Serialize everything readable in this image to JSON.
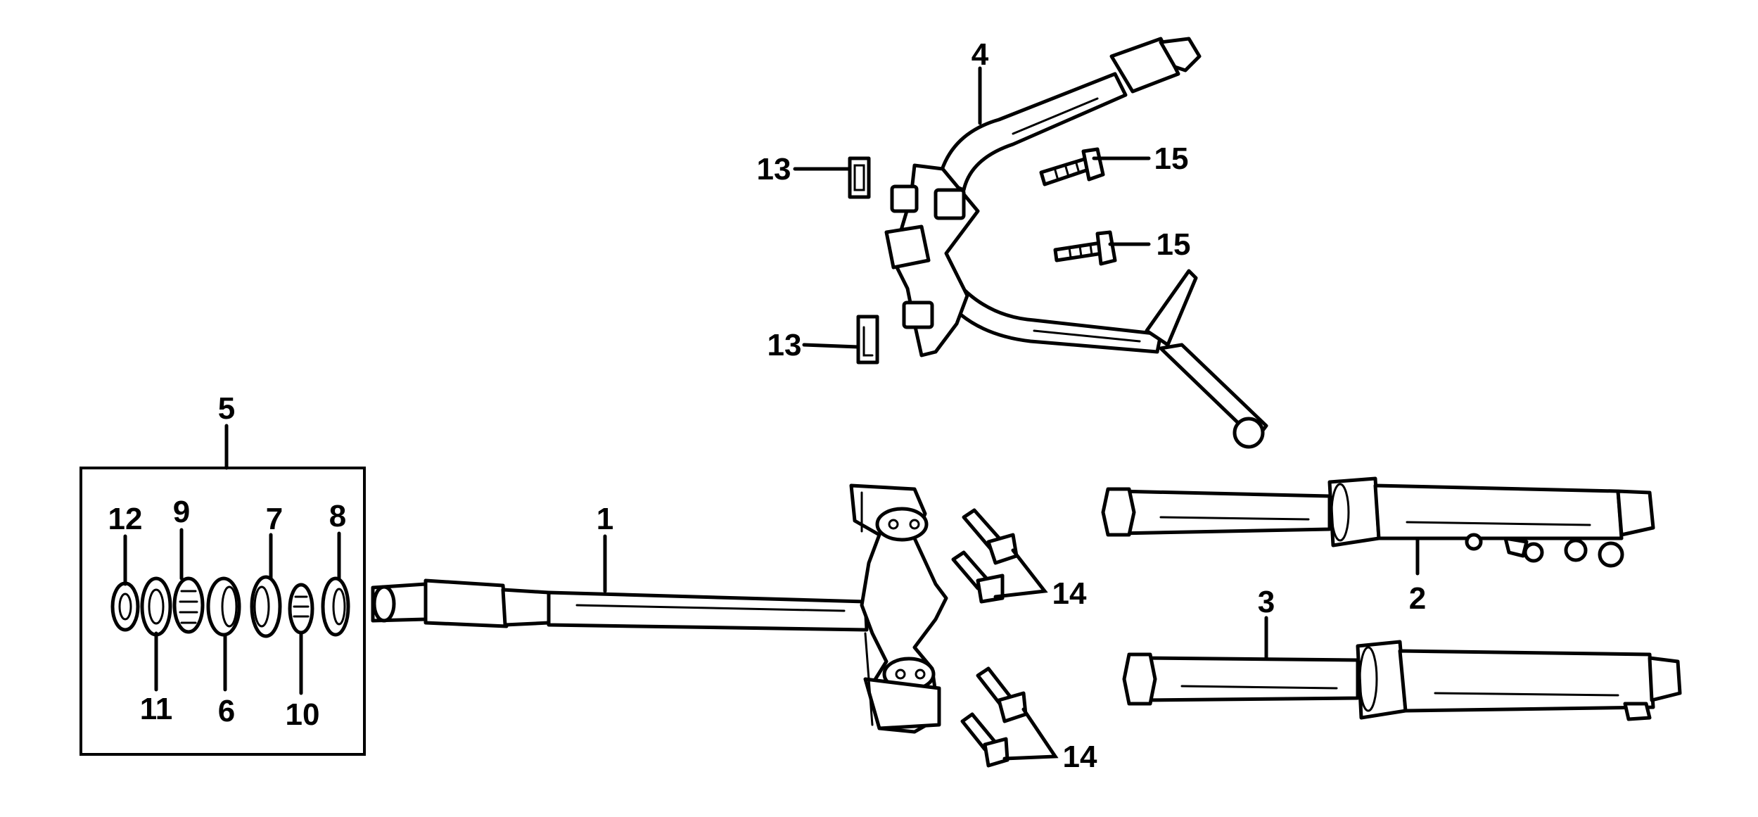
{
  "diagram": {
    "line_color": "#000000",
    "background": "#ffffff",
    "callouts": {
      "c1": "1",
      "c2": "2",
      "c3": "3",
      "c4": "4",
      "c5": "5",
      "c6": "6",
      "c7": "7",
      "c8": "8",
      "c9": "9",
      "c10": "10",
      "c11": "11",
      "c12": "12",
      "c13a": "13",
      "c13b": "13",
      "c14a": "14",
      "c14b": "14",
      "c15a": "15",
      "c15b": "15"
    }
  }
}
